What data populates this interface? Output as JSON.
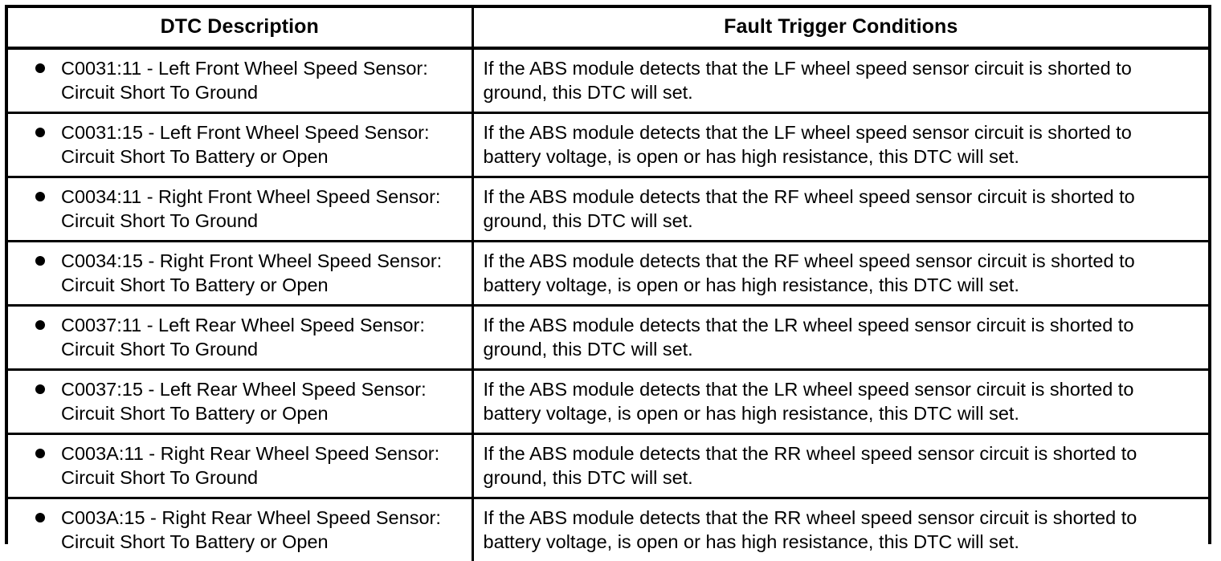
{
  "document": {
    "type": "dtc-fault-table",
    "title": "DTC Description / Fault Trigger Conditions"
  },
  "table": {
    "headers": {
      "col1": "DTC Description",
      "col2": "Fault Trigger Conditions"
    },
    "bullet_glyph": "●",
    "rows": [
      {
        "code": "C0031:11",
        "description": "C0031:11 - Left Front Wheel Speed Sensor:\nCircuit Short To Ground",
        "condition": "If the ABS module detects that the LF wheel speed sensor circuit is shorted to\nground, this DTC will set."
      },
      {
        "code": "C0031:15",
        "description": "C0031:15 - Left Front Wheel Speed Sensor:\nCircuit Short To Battery or Open",
        "condition": "If the ABS module detects that the LF wheel speed sensor circuit is shorted to\nbattery voltage, is open or has high resistance, this DTC will set."
      },
      {
        "code": "C0034:11",
        "description": "C0034:11 - Right Front Wheel Speed Sensor:\nCircuit Short To Ground",
        "condition": "If the ABS module detects that the RF wheel speed sensor circuit is shorted to\nground, this DTC will set."
      },
      {
        "code": "C0034:15",
        "description": "C0034:15 - Right Front Wheel Speed Sensor:\nCircuit Short To Battery or Open",
        "condition": "If the ABS module detects that the RF wheel speed sensor circuit is shorted to\nbattery voltage, is open or has high resistance, this DTC will set."
      },
      {
        "code": "C0037:11",
        "description": "C0037:11 - Left Rear Wheel Speed Sensor:\nCircuit Short To Ground",
        "condition": "If the ABS module detects that the LR wheel speed sensor circuit is shorted to\nground, this DTC will set."
      },
      {
        "code": "C0037:15",
        "description": "C0037:15 - Left Rear Wheel Speed Sensor:\nCircuit Short To Battery or Open",
        "condition": "If the ABS module detects that the LR wheel speed sensor circuit is shorted to\nbattery voltage, is open or has high resistance, this DTC will set."
      },
      {
        "code": "C003A:11",
        "description": "C003A:11 - Right Rear Wheel Speed Sensor:\nCircuit Short To Ground",
        "condition": "If the ABS module detects that the RR wheel speed sensor circuit is shorted to\nground, this DTC will set."
      },
      {
        "code": "C003A:15",
        "description": "C003A:15 - Right Rear Wheel Speed Sensor:\nCircuit Short To Battery or Open",
        "condition": "If the ABS module detects that the RR wheel speed sensor circuit is shorted to\nbattery voltage, is open or has high resistance, this DTC will set."
      }
    ]
  },
  "colors": {
    "text": "#000000",
    "background": "#ffffff",
    "border": "#000000"
  }
}
